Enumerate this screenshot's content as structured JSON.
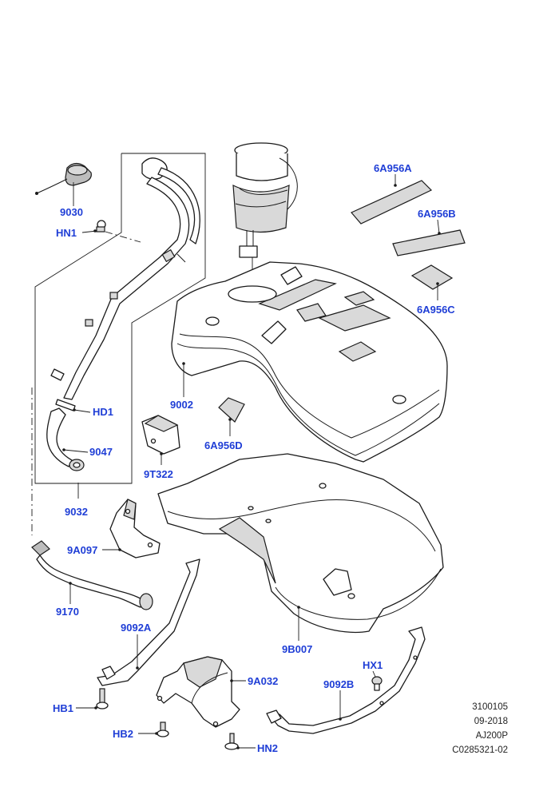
{
  "callouts": {
    "c9030": "9030",
    "cHN1": "HN1",
    "cHD1": "HD1",
    "c9047": "9047",
    "c9032": "9032",
    "c9002": "9002",
    "c6A956A": "6A956A",
    "c6A956B": "6A956B",
    "c6A956C": "6A956C",
    "c6A956D": "6A956D",
    "c9T322": "9T322",
    "c9A097": "9A097",
    "c9170": "9170",
    "c9092A": "9092A",
    "c9B007": "9B007",
    "c9A032": "9A032",
    "c9092B": "9092B",
    "cHX1": "HX1",
    "cHB1": "HB1",
    "cHB2": "HB2",
    "cHN2": "HN2"
  },
  "reference": {
    "number": "3100105",
    "date": "09-2018",
    "model": "AJ200P",
    "code": "C0285321-02"
  },
  "colors": {
    "callout": "#1f3ed6",
    "line": "#1a1a1a",
    "shade": "#d9d9d9"
  }
}
